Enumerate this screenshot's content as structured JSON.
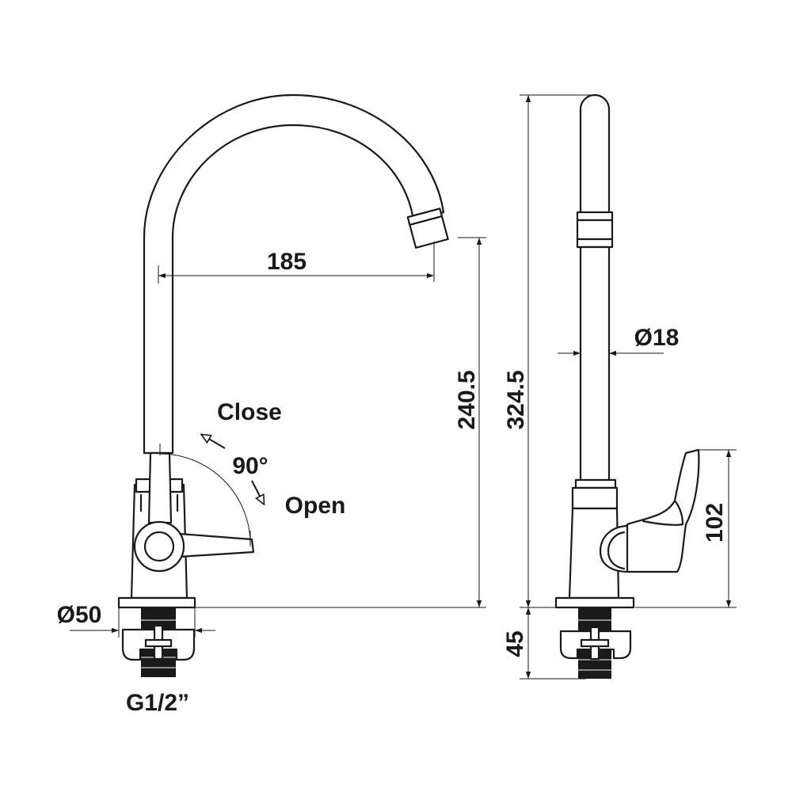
{
  "drawing": {
    "line_color": "#1a1a1a",
    "background": "#ffffff",
    "dimensions": {
      "spout_reach": "185",
      "outlet_height": "240.5",
      "total_height": "324.5",
      "pipe_diameter": "Ø18",
      "handle_height": "102",
      "base_diameter": "Ø50",
      "shank_length": "45"
    },
    "labels": {
      "close": "Close",
      "open": "Open",
      "rotation_angle": "90°",
      "thread": "G1/2”"
    }
  }
}
